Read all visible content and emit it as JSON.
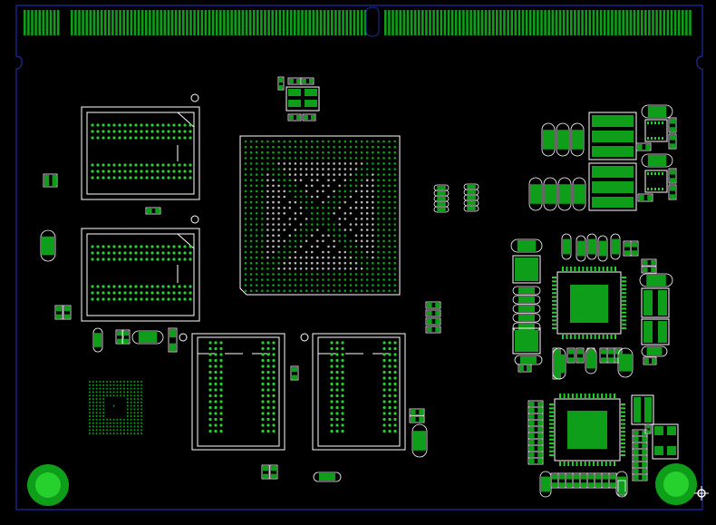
{
  "colors": {
    "background": "#000000",
    "board_outline": "#1f2aa8",
    "copper": "#0f9e1a",
    "copper_bright": "#26d12d",
    "silkscreen": "#ffffff",
    "via": "#b9b9b9"
  },
  "icons": {
    "origin_marker": "crosshair-icon"
  },
  "components": {
    "edge_connector": "gold-finger",
    "mounting_holes": 2,
    "memory_chips": 4,
    "bga_processor": 1,
    "qfn_chips": 2,
    "regulators": 2
  }
}
